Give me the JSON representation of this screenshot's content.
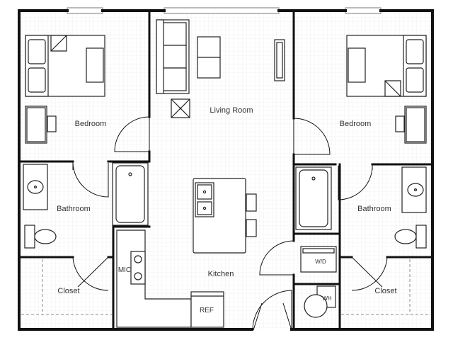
{
  "rooms": {
    "bedroom_left": "Bedroom",
    "living_room": "Living Room",
    "bedroom_right": "Bedroom",
    "bathroom_left": "Bathroom",
    "bathroom_right": "Bathroom",
    "kitchen": "Kitchen",
    "closet_left": "Closet",
    "closet_right": "Closet"
  },
  "fixtures": {
    "microwave": "MIC",
    "refrigerator": "REF",
    "washer_dryer": "W/D",
    "water_heater": "WH"
  },
  "colors": {
    "wall": "#111111",
    "floor_grid": "#e6e6e6",
    "fixture": "#222222",
    "window": "#888888"
  }
}
